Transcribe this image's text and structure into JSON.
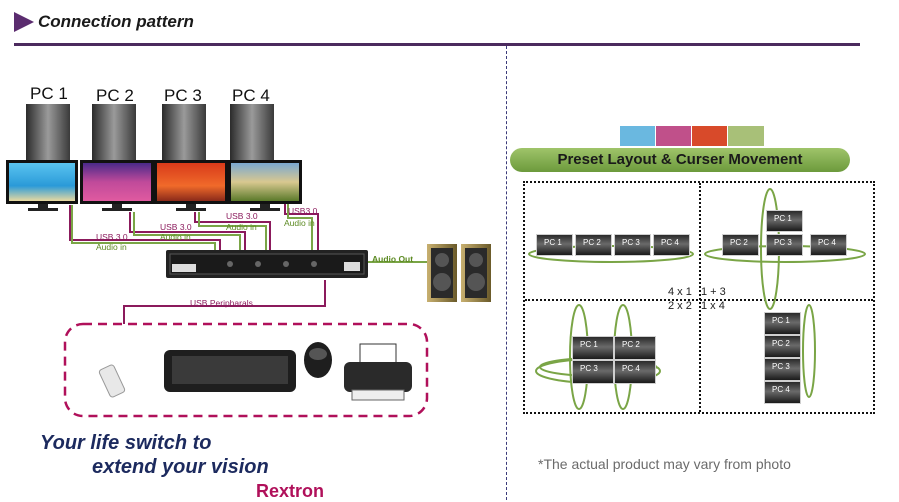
{
  "header": {
    "title": "Connection pattern"
  },
  "pcs": [
    "PC 1",
    "PC 2",
    "PC 3",
    "PC 4"
  ],
  "cables": {
    "usb_a": "USB 3.0",
    "usb_b": "USB 3.0",
    "usb_c": "USB 3.0",
    "usb_d": "USB3.0",
    "audio_a": "Audio in",
    "audio_b": "Audio in",
    "audio_c": "Audio in",
    "audio_d": "Audio in",
    "audio_out": "Audio Out",
    "peripherals": "USB Peripharals"
  },
  "tagline": {
    "line1": "Your life switch to",
    "line2": "extend your vision"
  },
  "brand": "Rextron",
  "preset": {
    "title": "Preset Layout & Curser Movement",
    "layout_1x4": [
      "PC 1",
      "PC 2",
      "PC 3",
      "PC 4"
    ],
    "layout_1p3": {
      "top": "PC 1",
      "bottom": [
        "PC 2",
        "PC 3",
        "PC 4"
      ]
    },
    "layout_2x2": [
      "PC 1",
      "PC 2",
      "PC 3",
      "PC 4"
    ],
    "layout_4x1": [
      "PC 1",
      "PC 2",
      "PC 3",
      "PC 4"
    ],
    "formula_left": [
      "4 x 1",
      "2 x 2"
    ],
    "formula_right": [
      "1 + 3",
      "1 x 4"
    ]
  },
  "note": "*The actual product may vary from photo",
  "colors": {
    "accent": "#4b2a5e",
    "usb_cable": "#8b1a5c",
    "audio_cable": "#5c8a22",
    "tagline": "#1c2a5e",
    "brand": "#b0105a",
    "preset_bar": "#7aa546"
  }
}
